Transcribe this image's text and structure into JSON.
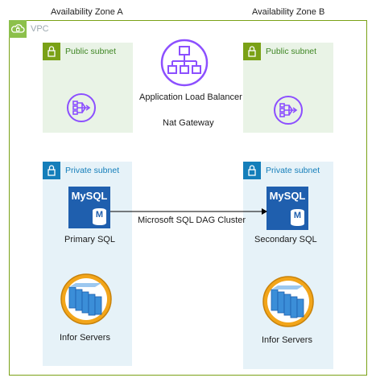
{
  "zones": {
    "a": "Availability Zone A",
    "b": "Availability Zone B"
  },
  "vpc": {
    "label": "VPC"
  },
  "public_subnet_label": "Public subnet",
  "private_subnet_label": "Private subnet",
  "alb": {
    "label": "Application Load Balancer"
  },
  "nat": {
    "label": "Nat Gateway"
  },
  "primary_sql": {
    "label": "Primary SQL",
    "badge": "MySQL",
    "letter": "M"
  },
  "secondary_sql": {
    "label": "Secondary SQL",
    "badge": "MySQL",
    "letter": "M"
  },
  "connection": {
    "label": "Microsoft SQL DAG Cluster"
  },
  "infor_a": {
    "label": "Infor Servers"
  },
  "infor_b": {
    "label": "Infor Servers"
  },
  "colors": {
    "vpc_border": "#7aa116",
    "public_bg": "#e9f3e6",
    "private_bg": "#e6f2f8",
    "alb_purple": "#8c4fff",
    "db_blue": "#1f5fae",
    "server_orange": "#f2a51a"
  }
}
